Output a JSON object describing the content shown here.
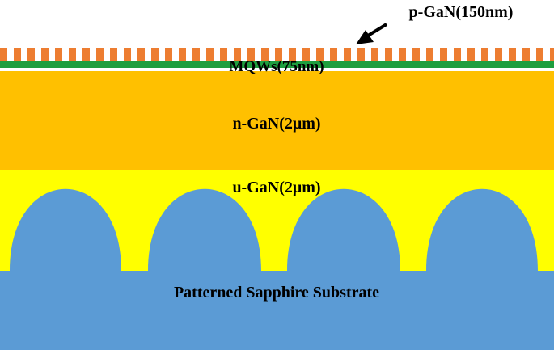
{
  "labels": {
    "p_gan": "p-GaN(150nm)",
    "mqw": "MQWs(75nm)",
    "n_gan": "n-GaN(2μm)",
    "u_gan": "u-GaN(2μm)",
    "substrate": "Patterned Sapphire Substrate"
  },
  "colors": {
    "p_gan": "#ED7D31",
    "mqw": "#1E9E3E",
    "n_gan": "#FFC000",
    "u_gan": "#FFFF00",
    "sapphire": "#5B9BD5",
    "arrow": "#000000"
  }
}
